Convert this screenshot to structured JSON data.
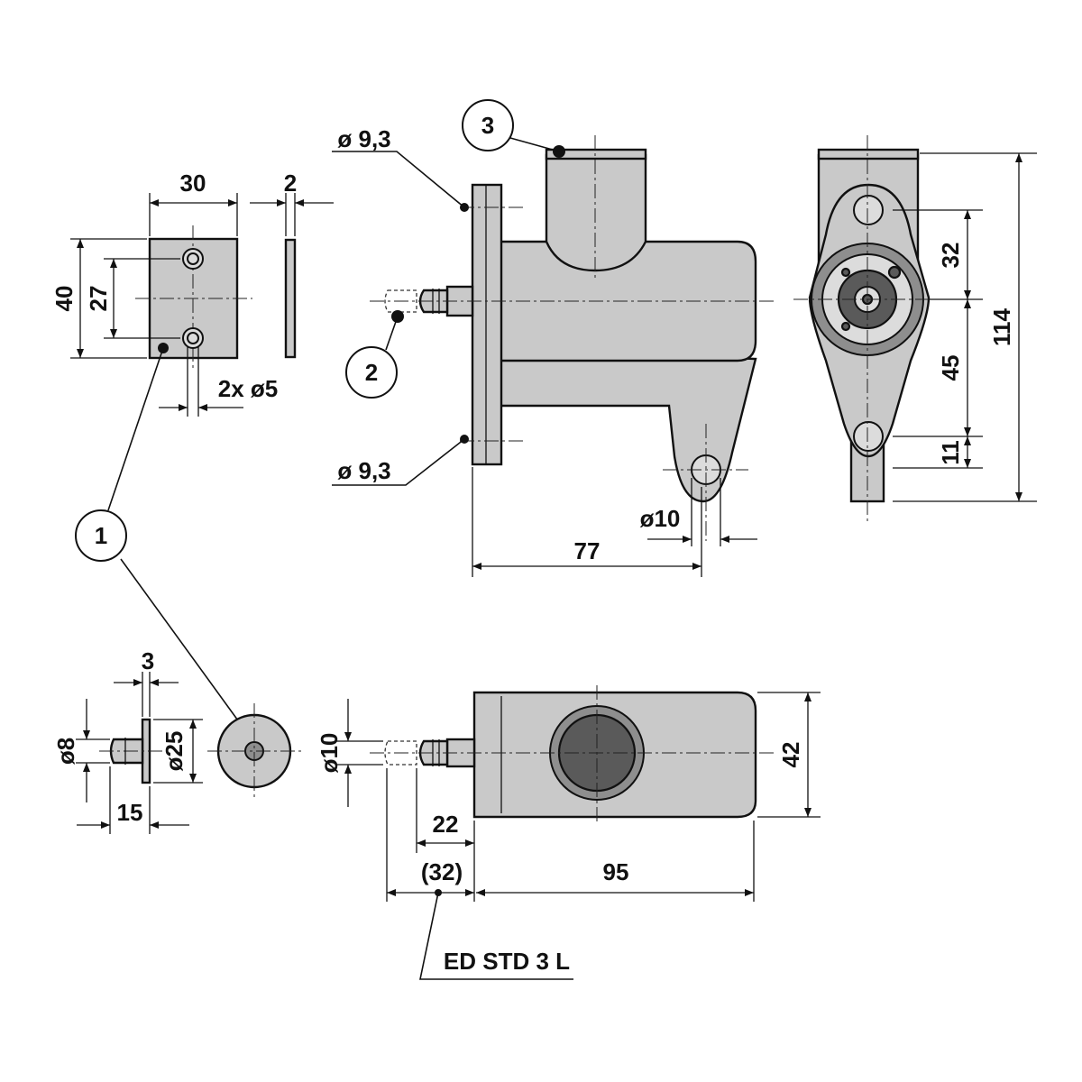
{
  "drawing": {
    "callouts": [
      "1",
      "2",
      "3"
    ],
    "dimensions": {
      "plate_width": "30",
      "plate_thickness": "2",
      "plate_height": "40",
      "hole_spacing": "27",
      "holes": "2x ø5",
      "flange_hole_top": "ø 9,3",
      "flange_hole_bottom": "ø 9,3",
      "lug_hole": "ø10",
      "body_length_side": "77",
      "end_upper": "32",
      "end_lower": "45",
      "end_bottom": "11",
      "end_total": "114",
      "washer_thickness": "3",
      "pin_dia": "ø8",
      "washer_dia": "ø25",
      "pin_length": "15",
      "bolt_dia": "ø10",
      "body_height": "42",
      "bolt_projection": "22",
      "bolt_projection_ref": "(32)",
      "body_length_top": "95"
    },
    "model": "ED STD 3 L"
  }
}
